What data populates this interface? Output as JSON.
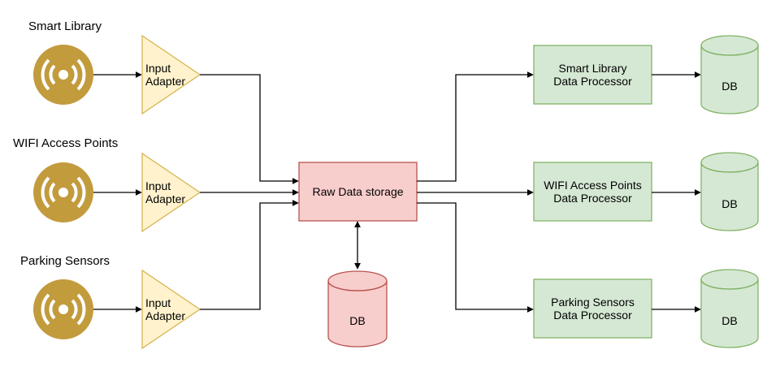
{
  "sources": [
    {
      "label": "Smart Library",
      "adapter_line1": "Input",
      "adapter_line2": "Adapter",
      "icon": "sensor-signal-icon"
    },
    {
      "label": "WIFI Access Points",
      "adapter_line1": "Input",
      "adapter_line2": "Adapter",
      "icon": "sensor-signal-icon"
    },
    {
      "label": "Parking Sensors",
      "adapter_line1": "Input",
      "adapter_line2": "Adapter",
      "icon": "sensor-signal-icon"
    }
  ],
  "storage": {
    "label": "Raw Data storage",
    "db_label": "DB"
  },
  "processors": [
    {
      "line1": "Smart Library",
      "line2": "Data Processor",
      "db_label": "DB"
    },
    {
      "line1": "WIFI Access Points",
      "line2": "Data Processor",
      "db_label": "DB"
    },
    {
      "line1": "Parking Sensors",
      "line2": "Data Processor",
      "db_label": "DB"
    }
  ],
  "colors": {
    "sensor": "#C29B3D",
    "adapter_fill": "#FFF2CC",
    "adapter_stroke": "#D6B656",
    "storage_fill": "#F8CECC",
    "storage_stroke": "#B85450",
    "processor_fill": "#D5E8D4",
    "processor_stroke": "#82B366",
    "line": "#000000"
  }
}
